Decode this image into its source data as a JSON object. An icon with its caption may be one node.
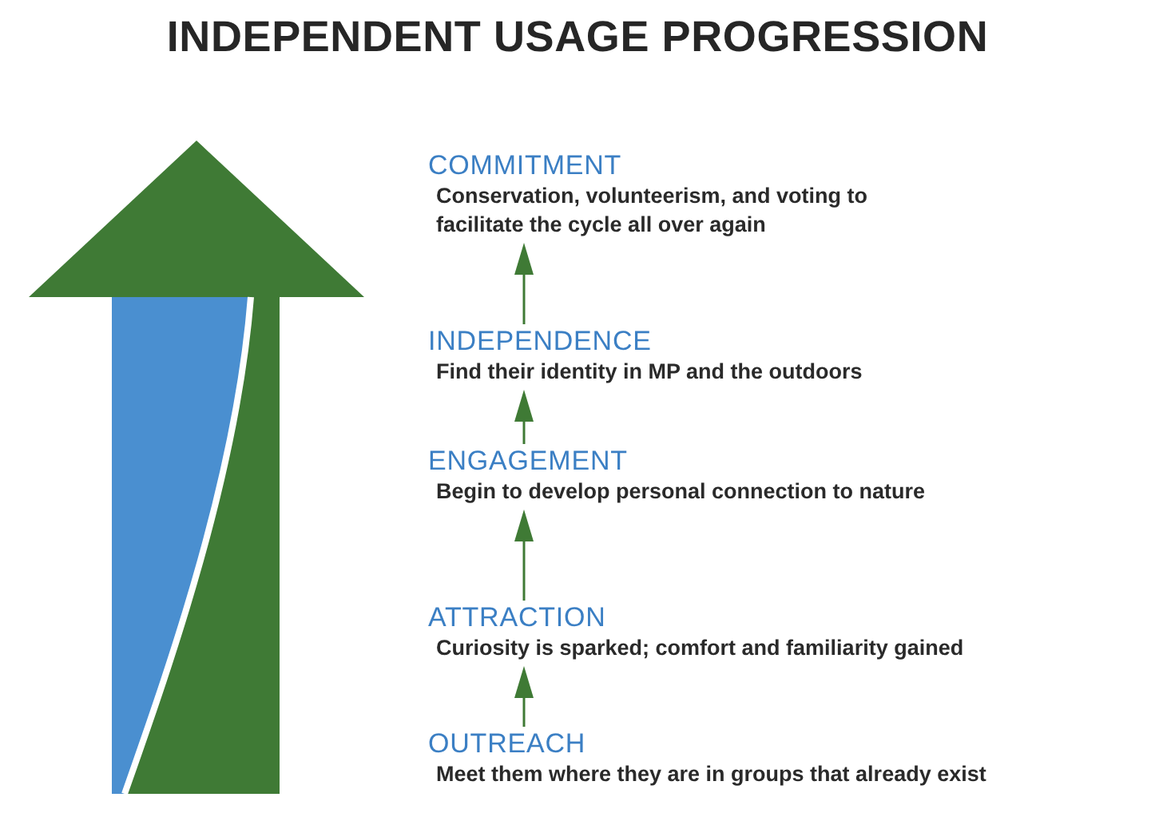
{
  "diagram": {
    "title": "INDEPENDENT USAGE PROGRESSION",
    "nodes": [
      {
        "text": [
          "COMMITMENT",
          "Conservation, volunteerism, and voting to facilitate the cycle all over again"
        ]
      },
      {
        "text": [
          "INDEPENDENCE",
          "Find their identity in MP and the outdoors"
        ]
      },
      {
        "text": [
          "ENGAGEMENT",
          "Begin to develop personal connection to nature"
        ]
      },
      {
        "text": [
          "ATTRACTION",
          "Curiosity is sparked; comfort and familiarity gained"
        ]
      },
      {
        "text": [
          "OUTREACH",
          "Meet them where they are in groups that already exist"
        ]
      }
    ],
    "edges": [
      {
        "from": 4,
        "to": 3,
        "arrow": "to"
      },
      {
        "from": 3,
        "to": 2,
        "arrow": "to"
      },
      {
        "from": 2,
        "to": 1,
        "arrow": "to"
      },
      {
        "from": 1,
        "to": 0,
        "arrow": "to"
      }
    ]
  }
}
